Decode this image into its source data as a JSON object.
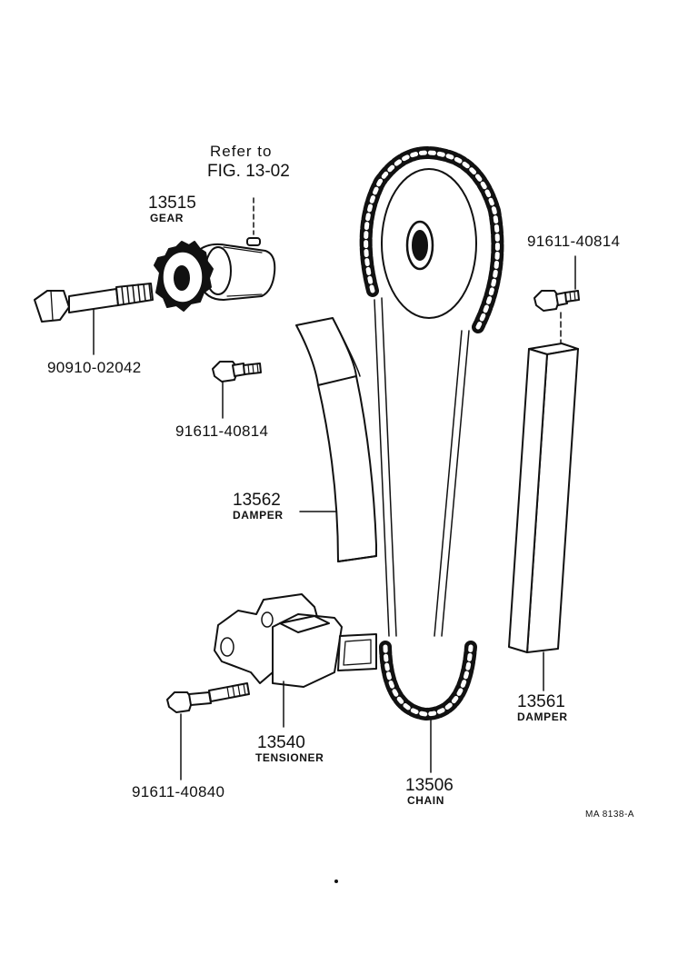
{
  "diagram": {
    "refer": {
      "line1": "Refer to",
      "line2": "FIG. 13-02"
    },
    "parts": [
      {
        "id": "gear",
        "number": "13515",
        "name": "GEAR"
      },
      {
        "id": "gear-bolt",
        "number": "90910-02042"
      },
      {
        "id": "bolt-upper-left",
        "number": "91611-40814"
      },
      {
        "id": "bolt-upper-right",
        "number": "91611-40814"
      },
      {
        "id": "damper-curved",
        "number": "13562",
        "name": "DAMPER"
      },
      {
        "id": "damper-straight",
        "number": "13561",
        "name": "DAMPER"
      },
      {
        "id": "tensioner",
        "number": "13540",
        "name": "TENSIONER"
      },
      {
        "id": "tensioner-bolt",
        "number": "91611-40840"
      },
      {
        "id": "chain",
        "number": "13506",
        "name": "CHAIN"
      }
    ],
    "figure_code": "MA 8138-A"
  }
}
